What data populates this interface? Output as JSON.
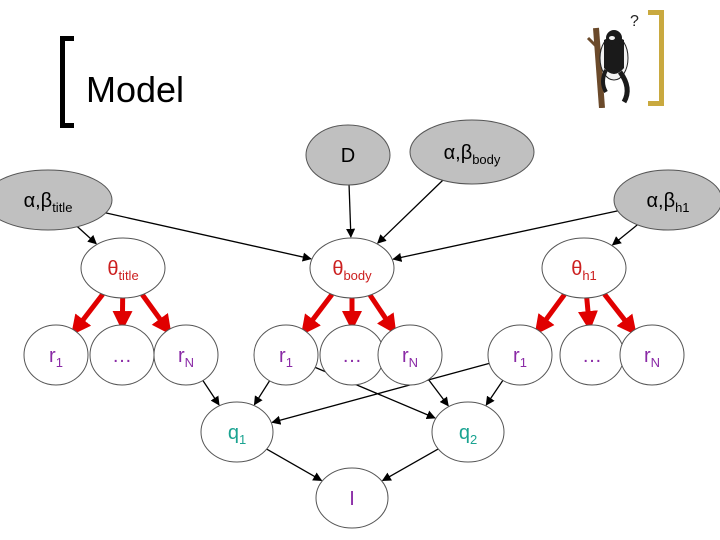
{
  "slide": {
    "title": "Model"
  },
  "colors": {
    "arrow_red": "#e00000",
    "shaded_node": "#c0c0c0",
    "theta_text": "#cc2020",
    "r_text": "#8a2aa6",
    "q_text": "#1aa391",
    "i_text": "#8a2aa6",
    "bracket_gold": "#c9a93f"
  },
  "icons": {
    "logo": "lemur-icon",
    "logo_mark": "?"
  },
  "nodes": {
    "D": {
      "main": "D",
      "sub": ""
    },
    "alpha_beta_body": {
      "main": "α,β",
      "sub": "body"
    },
    "alpha_beta_title": {
      "main": "α,β",
      "sub": "title"
    },
    "alpha_beta_h1": {
      "main": "α,β",
      "sub": "h1"
    },
    "theta_title": {
      "main": "θ",
      "sub": "title"
    },
    "theta_body": {
      "main": "θ",
      "sub": "body"
    },
    "theta_h1": {
      "main": "θ",
      "sub": "h1"
    },
    "r1_title": {
      "main": "r",
      "sub": "1"
    },
    "dots_title": {
      "main": "…",
      "sub": ""
    },
    "rN_title": {
      "main": "r",
      "sub": "N"
    },
    "r1_body": {
      "main": "r",
      "sub": "1"
    },
    "dots_body": {
      "main": "…",
      "sub": ""
    },
    "rN_body": {
      "main": "r",
      "sub": "N"
    },
    "r1_h1": {
      "main": "r",
      "sub": "1"
    },
    "dots_h1": {
      "main": "…",
      "sub": ""
    },
    "rN_h1": {
      "main": "r",
      "sub": "N"
    },
    "q1": {
      "main": "q",
      "sub": "1"
    },
    "q2": {
      "main": "q",
      "sub": "2"
    },
    "I": {
      "main": "I",
      "sub": ""
    }
  }
}
